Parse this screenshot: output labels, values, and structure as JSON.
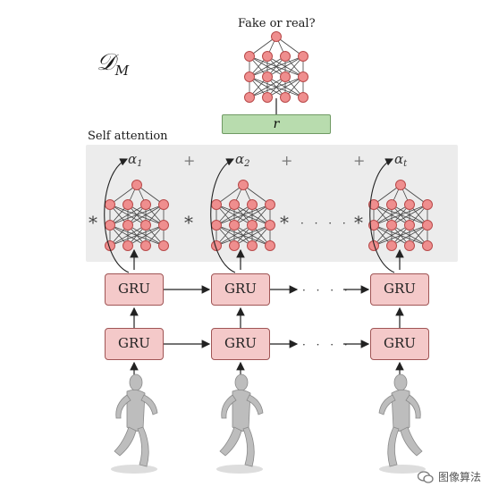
{
  "diagram": {
    "discriminator_symbol": "𝒟",
    "discriminator_subscript": "M",
    "output_label": "Fake or real?",
    "r_label": "r",
    "self_attention_label": "Self attention",
    "attention_weights": [
      "α1",
      "α2",
      "αt"
    ],
    "plus_symbol": "+",
    "star_symbol": "*",
    "ellipsis": "· · · ·",
    "gru_label": "GRU",
    "colors": {
      "neuron_fill": "#ef8e8e",
      "neuron_stroke": "#b84a4a",
      "gru_fill": "#f4c9c9",
      "r_fill": "#b8dcae",
      "attention_band": "#ececec"
    }
  },
  "watermark": {
    "text": "图像算法",
    "icon": "wechat-icon"
  }
}
